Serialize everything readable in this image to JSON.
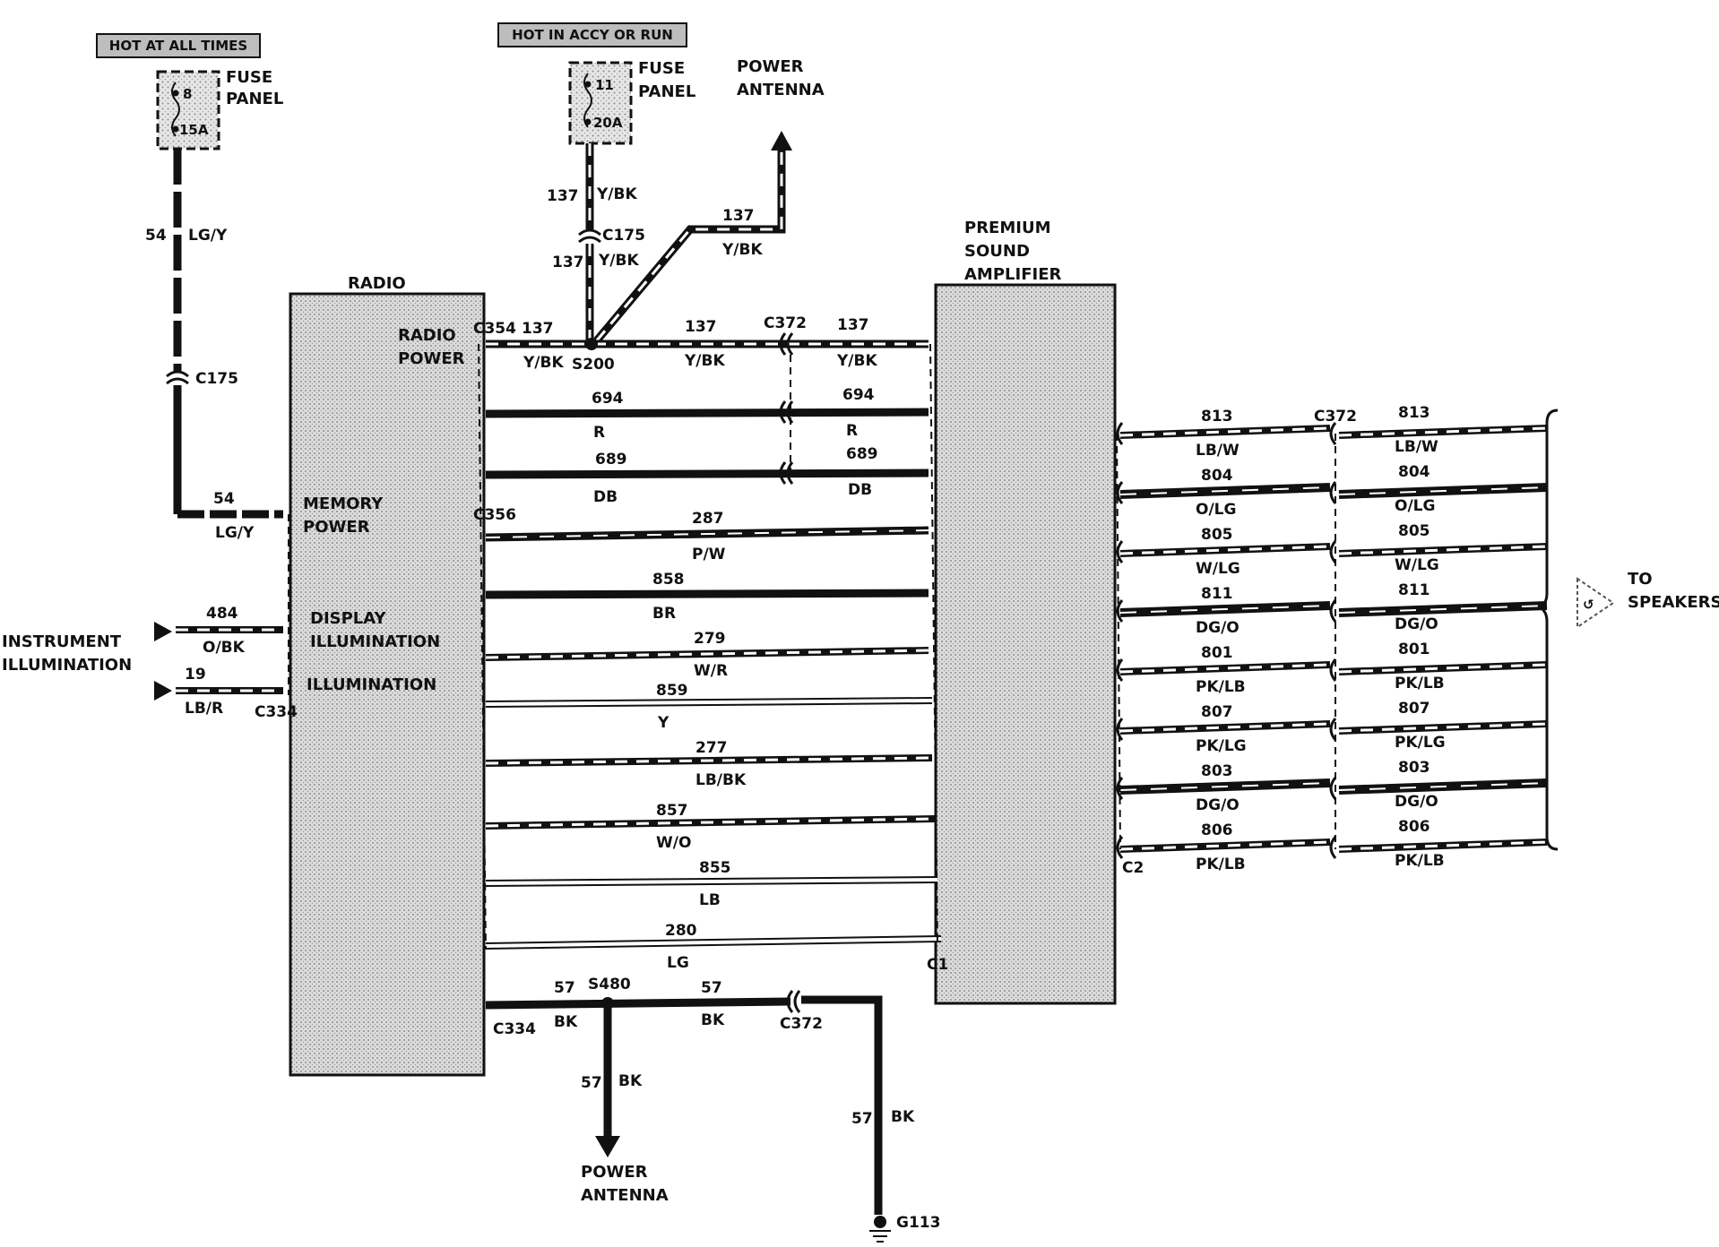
{
  "title": "",
  "banners": {
    "hot_all_times": "HOT AT ALL TIMES",
    "hot_accy_run": "HOT IN ACCY OR RUN"
  },
  "fuse_panel_left": {
    "label_1": "FUSE",
    "label_2": "PANEL",
    "fuse_number": "8",
    "rating": "15A"
  },
  "fuse_panel_right": {
    "label_1": "FUSE",
    "label_2": "PANEL",
    "fuse_number": "11",
    "rating": "20A"
  },
  "power_antenna_top": {
    "label_1": "POWER",
    "label_2": "ANTENNA"
  },
  "power_antenna_bottom": {
    "label_1": "POWER",
    "label_2": "ANTENNA"
  },
  "radio": {
    "title": "RADIO",
    "pins": {
      "radio_power_1": "RADIO",
      "radio_power_2": "POWER",
      "memory_power_1": "MEMORY",
      "memory_power_2": "POWER",
      "display_illum_1": "DISPLAY",
      "display_illum_2": "ILLUMINATION",
      "illumination": "ILLUMINATION"
    }
  },
  "amplifier": {
    "title_1": "PREMIUM",
    "title_2": "SOUND",
    "title_3": "AMPLIFIER"
  },
  "instrument": {
    "label_1": "INSTRUMENT",
    "label_2": "ILLUMINATION"
  },
  "speakers": {
    "label_1": "TO",
    "label_2": "SPEAKERS"
  },
  "connectors": {
    "c175_top": "C175",
    "c175_left": "C175",
    "c354": "C354",
    "s200": "S200",
    "c372_top": "C372",
    "c356": "C356",
    "c334_left": "C334",
    "c334_bottom": "C334",
    "c1": "C1",
    "c2": "C2",
    "c372_right": "C372",
    "s480": "S480",
    "c372_bottom": "C372",
    "g113": "G113"
  },
  "wires": {
    "w54_vert": {
      "circuit": "54",
      "color": "LG/Y"
    },
    "w54_horiz": {
      "circuit": "54",
      "color": "LG/Y"
    },
    "w484": {
      "circuit": "484",
      "color": "O/BK"
    },
    "w19": {
      "circuit": "19",
      "color": "LB/R"
    },
    "w137_upper": {
      "circuit": "137",
      "color": "Y/BK"
    },
    "w137_lower": {
      "circuit": "137",
      "color": "Y/BK"
    },
    "w137_ant": {
      "circuit": "137",
      "color": "Y/BK"
    },
    "w137_left": {
      "circuit": "137",
      "color": "Y/BK"
    },
    "w137_mid": {
      "circuit": "137",
      "color": "Y/BK"
    },
    "w137_right": {
      "circuit": "137",
      "color": "Y/BK"
    },
    "w694_left": {
      "circuit": "694",
      "color": "R"
    },
    "w694_right": {
      "circuit": "694",
      "color": "R"
    },
    "w689_left": {
      "circuit": "689",
      "color": "DB"
    },
    "w689_right": {
      "circuit": "689",
      "color": "DB"
    },
    "w287": {
      "circuit": "287",
      "color": "P/W"
    },
    "w858": {
      "circuit": "858",
      "color": "BR"
    },
    "w279": {
      "circuit": "279",
      "color": "W/R"
    },
    "w859": {
      "circuit": "859",
      "color": "Y"
    },
    "w277": {
      "circuit": "277",
      "color": "LB/BK"
    },
    "w857": {
      "circuit": "857",
      "color": "W/O"
    },
    "w855": {
      "circuit": "855",
      "color": "LB"
    },
    "w280": {
      "circuit": "280",
      "color": "LG"
    },
    "w57_a": {
      "circuit": "57",
      "color": "BK"
    },
    "w57_b": {
      "circuit": "57",
      "color": "BK"
    },
    "w57_c": {
      "circuit": "57",
      "color": "BK"
    },
    "w57_d": {
      "circuit": "57",
      "color": "BK"
    }
  },
  "speaker_wires": [
    {
      "circuit": "813",
      "color": "LB/W",
      "circuit_r": "813",
      "color_r": "LB/W"
    },
    {
      "circuit": "804",
      "color": "O/LG",
      "circuit_r": "804",
      "color_r": "O/LG"
    },
    {
      "circuit": "805",
      "color": "W/LG",
      "circuit_r": "805",
      "color_r": "W/LG"
    },
    {
      "circuit": "811",
      "color": "DG/O",
      "circuit_r": "811",
      "color_r": "DG/O"
    },
    {
      "circuit": "801",
      "color": "PK/LB",
      "circuit_r": "801",
      "color_r": "PK/LB"
    },
    {
      "circuit": "807",
      "color": "PK/LG",
      "circuit_r": "807",
      "color_r": "PK/LG"
    },
    {
      "circuit": "803",
      "color": "DG/O",
      "circuit_r": "803",
      "color_r": "DG/O"
    },
    {
      "circuit": "806",
      "color": "PK/LB",
      "circuit_r": "806",
      "color_r": "PK/LB"
    }
  ],
  "colors": {
    "ink": "#111111",
    "box_fill": "#d4d4d4",
    "banner_fill": "#bdbdbd"
  }
}
